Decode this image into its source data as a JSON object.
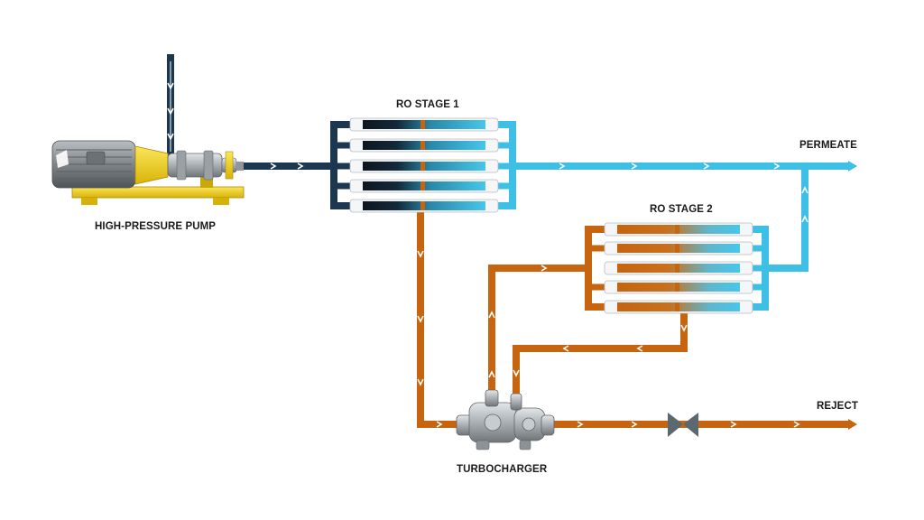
{
  "labels": {
    "pump": "HIGH-PRESSURE PUMP",
    "ro_stage_1": "RO STAGE 1",
    "ro_stage_2": "RO STAGE 2",
    "permeate": "PERMEATE",
    "reject": "REJECT",
    "turbocharger": "TURBOCHARGER"
  },
  "colors": {
    "feed": "#1c3850",
    "brine": "#c6640f",
    "permeate": "#3ec0e6",
    "pump_yellow": "#f2d21a",
    "motor_gray": "#8e9397",
    "valve": "#5c6870"
  }
}
